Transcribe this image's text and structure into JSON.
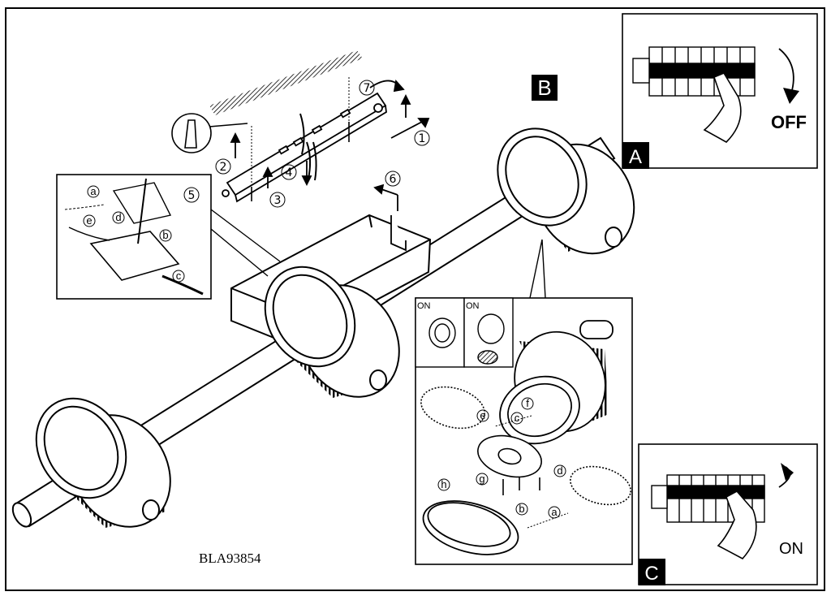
{
  "panel_labels": {
    "a": "A",
    "b": "B",
    "c": "C"
  },
  "switch_off": "OFF",
  "switch_on": "ON",
  "inset_on_labels": [
    "ON",
    "ON"
  ],
  "model_code": "BLA93854",
  "bracket_steps": [
    "1",
    "2",
    "3",
    "4",
    "6",
    "7"
  ],
  "wiring_step": "5",
  "wiring_letters": [
    "a",
    "b",
    "c",
    "d",
    "e"
  ],
  "lamp_letters": [
    "a",
    "b",
    "c",
    "d",
    "e",
    "f",
    "g",
    "h"
  ],
  "colors": {
    "line": "#000000",
    "panel_fill": "#000000",
    "panel_text": "#ffffff"
  }
}
